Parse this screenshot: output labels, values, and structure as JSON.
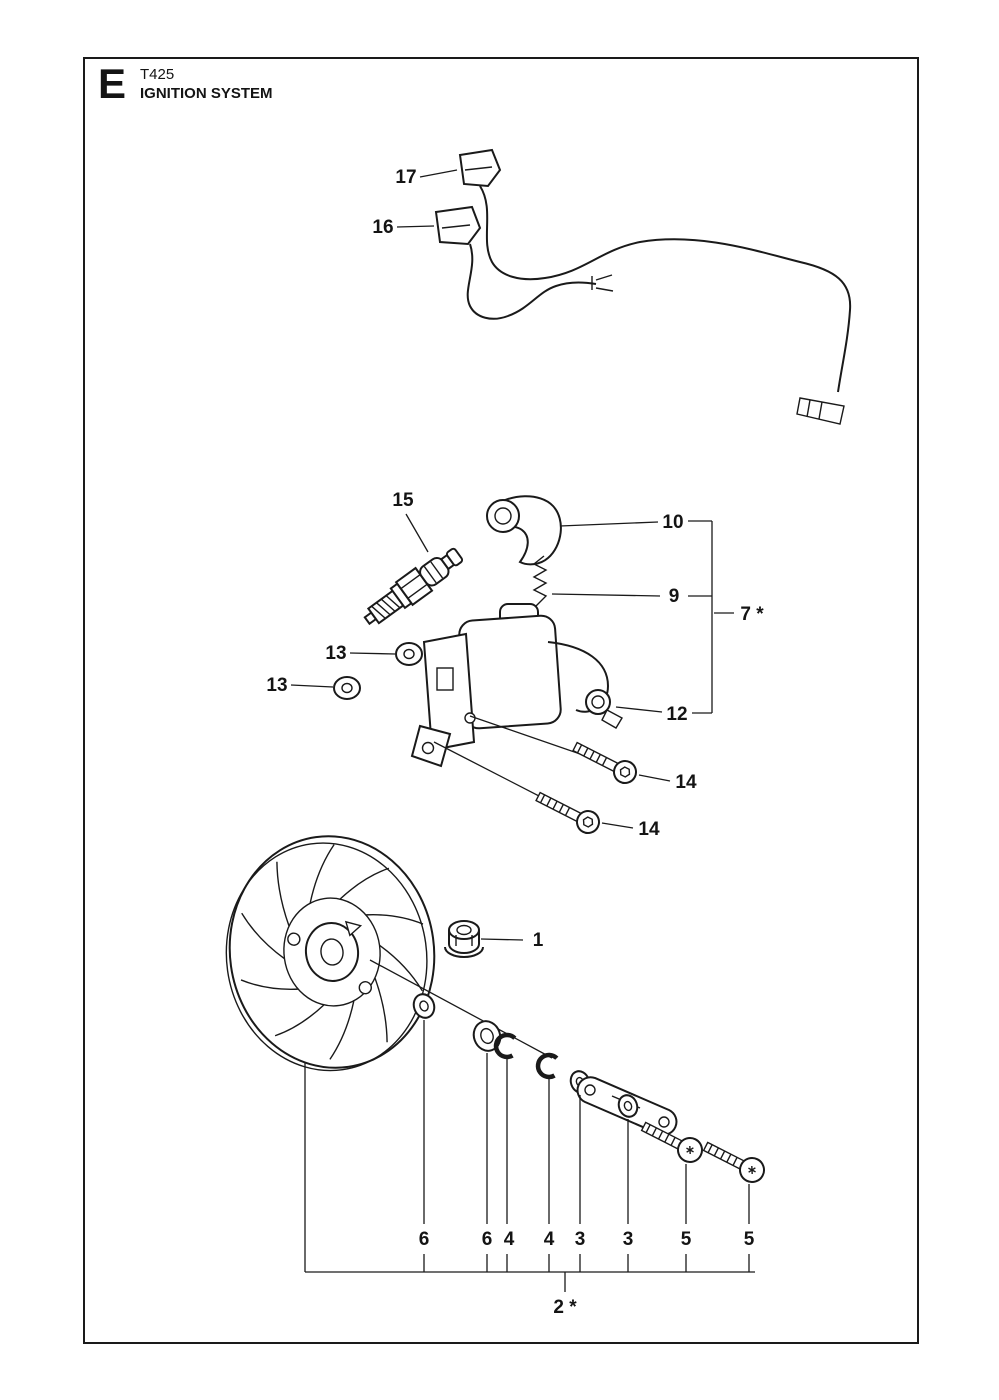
{
  "header": {
    "section_letter": "E",
    "model": "T425",
    "title": "IGNITION SYSTEM"
  },
  "callouts": {
    "c17": "17",
    "c16": "16",
    "c15": "15",
    "c10": "10",
    "c9": "9",
    "c7": "7 *",
    "c13a": "13",
    "c13b": "13",
    "c12": "12",
    "c14a": "14",
    "c14b": "14",
    "c1": "1",
    "c6a": "6",
    "c6b": "6",
    "c4a": "4",
    "c4b": "4",
    "c3a": "3",
    "c3b": "3",
    "c5a": "5",
    "c5b": "5",
    "c2": "2 *"
  }
}
